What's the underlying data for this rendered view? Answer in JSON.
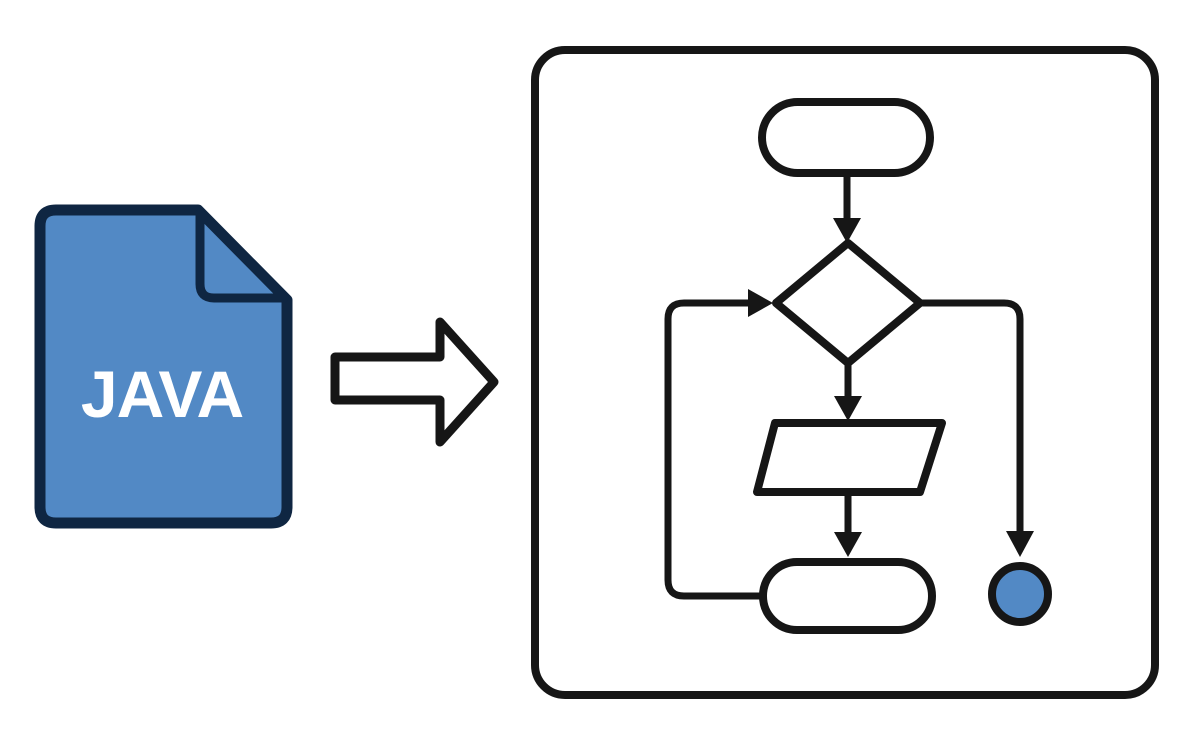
{
  "page": {
    "background": "#ffffff",
    "description": "Java source file transformed into a program flowchart"
  },
  "colors": {
    "page_bg": "#ffffff",
    "accent_blue": "#5289c5",
    "line_dark": "#161616",
    "icon_border": "#0f2642",
    "shape_fill": "#ffffff",
    "label_white": "#ffffff"
  },
  "java_file": {
    "label": "JAVA"
  },
  "transform_arrow": {
    "direction": "right",
    "style": "hollow outline"
  },
  "flowchart": {
    "nodes": [
      {
        "id": "start",
        "shape": "stadium",
        "fill": "#ffffff"
      },
      {
        "id": "decision",
        "shape": "diamond",
        "fill": "#ffffff"
      },
      {
        "id": "input-output",
        "shape": "parallelogram",
        "fill": "#ffffff"
      },
      {
        "id": "loop-step",
        "shape": "stadium",
        "fill": "#ffffff"
      },
      {
        "id": "end",
        "shape": "circle",
        "fill": "#5289c5"
      }
    ],
    "edges": [
      {
        "from": "start",
        "to": "decision",
        "arrow": "down"
      },
      {
        "from": "decision",
        "to": "input-output",
        "arrow": "down"
      },
      {
        "from": "input-output",
        "to": "loop-step",
        "arrow": "down"
      },
      {
        "from": "loop-step",
        "to": "decision",
        "arrow": "right",
        "type": "loop-back"
      },
      {
        "from": "decision",
        "to": "end",
        "arrow": "down",
        "type": "exit"
      }
    ]
  }
}
